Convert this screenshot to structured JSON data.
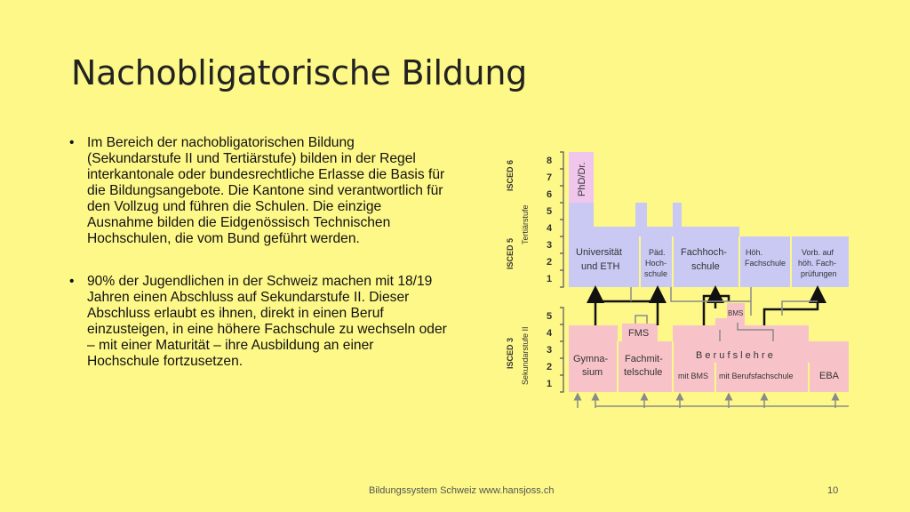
{
  "slide": {
    "title": "Nachobligatorische Bildung",
    "bullets": [
      "Im Bereich der nachobligatorischen Bildung (Sekundarstufe II und Tertiärstufe) bilden in der Regel interkantonale oder bundesrechtliche Erlasse die Basis für die Bildungsangebote. Die Kantone sind verantwortlich für den Vollzug und führen die Schulen. Die einzige Ausnahme bilden die Eidgenössisch Technischen Hochschulen, die vom Bund geführt werden.",
      "90% der Jugendlichen in der Schweiz machen mit 18/19 Jahren einen Abschluss auf Sekundarstufe II. Dieser Abschluss erlaubt es ihnen, direkt in einen Beruf einzusteigen, in eine höhere Fachschule zu wechseln oder – mit einer Maturität – ihre Ausbildung an einer Hochschule fortzusetzen."
    ],
    "footer": "Bildungssystem Schweiz  www.hansjoss.ch",
    "page_number": "10"
  },
  "diagram": {
    "colors": {
      "tertiary": "#c9c9f4",
      "secondary": "#f7c3c9",
      "phd": "#f0c6ec",
      "arrow": "#111111",
      "line": "#8a8a8a",
      "text": "#333333"
    },
    "side_labels": {
      "isced6": "ISCED 6",
      "isced5": "ISCED 5",
      "tertiaerstufe": "Tertiärstufe",
      "isced3": "ISCED 3",
      "sekundarstufe": "Sekundarstufe II"
    },
    "tertiary_scale": [
      "8",
      "7",
      "6",
      "5",
      "4",
      "3",
      "2",
      "1"
    ],
    "secondary_scale": [
      "5",
      "4",
      "3",
      "2",
      "1"
    ],
    "phd": "PhD/Dr.",
    "uni": [
      "Universität",
      "und ETH"
    ],
    "paed": [
      "Päd.",
      "Hoch-",
      "schule"
    ],
    "fachhoch": [
      "Fachhoch-",
      "schule"
    ],
    "hoeh": [
      "Höh.",
      "Fachschule"
    ],
    "vorb": [
      "Vorb. auf",
      "höh. Fach-",
      "prüfungen"
    ],
    "fms": "FMS",
    "bms": "BMS",
    "gymnasium": [
      "Gymna-",
      "sium"
    ],
    "fachmittel": [
      "Fachmit-",
      "telschule"
    ],
    "berufslehre": "B e r u f s l e h r e",
    "mit_bms": "mit BMS",
    "mit_bfs": "mit Berufsfachschule",
    "eba": "EBA"
  }
}
